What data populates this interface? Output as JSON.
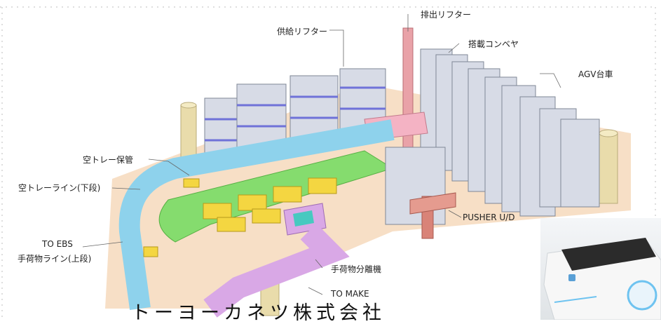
{
  "labels": {
    "supply_lifter": "供給リフター",
    "discharge_lifter": "排出リフター",
    "loading_conveyor": "搭載コンベヤ",
    "agv_cart": "AGV台車",
    "empty_tray_storage": "空トレー保管",
    "empty_tray_line": "空トレーライン(下段)",
    "to_ebs": "TO EBS",
    "baggage_line": "手荷物ライン(上段)",
    "pusher": "PUSHER  U/D",
    "separator": "手荷物分離機",
    "to_make": "TO MAKE"
  },
  "footer": {
    "company": "トーヨーカネツ株式会社"
  },
  "colors": {
    "floor": "#f6dcc0",
    "blue_line": "#8ed2ec",
    "green_line": "#7fdc6a",
    "yellow_tray": "#f4d641",
    "pink_lifter": "#f4b3c4",
    "purple_line": "#d9a8e6",
    "rack_frame": "#9aa3b3",
    "rack_shelf": "#6f72d8"
  }
}
